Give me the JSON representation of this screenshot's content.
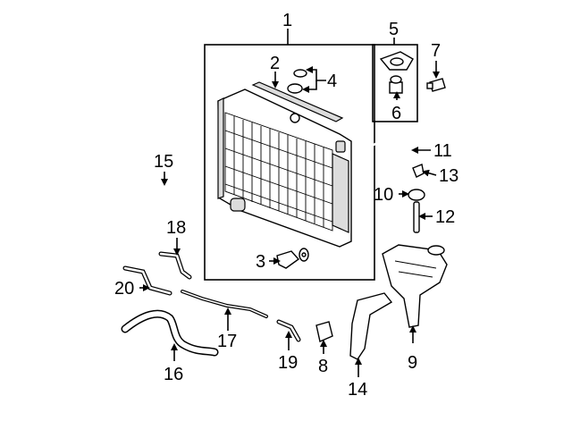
{
  "callouts": [
    "1",
    "2",
    "3",
    "4",
    "5",
    "6",
    "7",
    "8",
    "9",
    "10",
    "11",
    "12",
    "13",
    "14",
    "15",
    "16",
    "17",
    "18",
    "19",
    "20"
  ],
  "colors": {
    "ink": "#000000",
    "paper": "#ffffff",
    "shade": "#dcdcdc"
  }
}
